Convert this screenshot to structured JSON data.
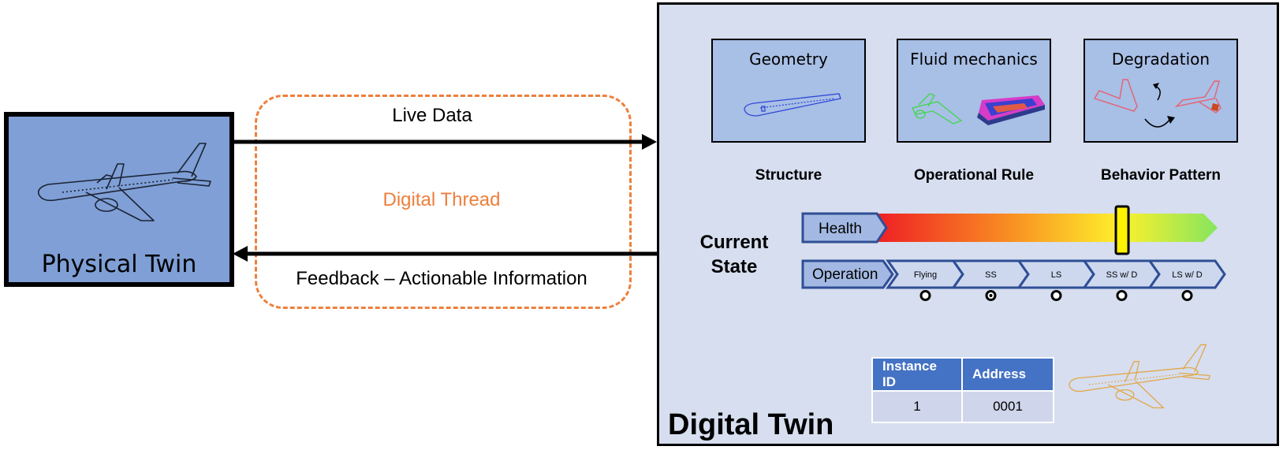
{
  "physical_twin": {
    "label": "Physical Twin"
  },
  "digital_thread": {
    "label": "Digital Thread",
    "live_data_label": "Live Data",
    "feedback_label": "Feedback – Actionable Information"
  },
  "digital_twin": {
    "title": "Digital Twin",
    "models": [
      {
        "title": "Geometry",
        "caption": "Structure"
      },
      {
        "title": "Fluid mechanics",
        "caption": "Operational Rule"
      },
      {
        "title": "Degradation",
        "caption": "Behavior Pattern"
      }
    ],
    "current_state": {
      "line1": "Current",
      "line2": "State"
    },
    "health": {
      "label": "Health",
      "level": 0.72
    },
    "operation": {
      "label": "Operation",
      "stages": [
        "Flying",
        "SS",
        "LS",
        "SS w/ D",
        "LS w/ D"
      ],
      "active_stage_index": 1
    },
    "table": {
      "headers": [
        "Instance ID",
        "Address"
      ],
      "rows": [
        [
          "1",
          "0001"
        ]
      ]
    }
  },
  "colors": {
    "thread": "#ee7f3b",
    "physical_twin_fill": "#7f9fd6",
    "digital_twin_fill": "#d6deef",
    "model_fill": "#a8bfe6",
    "bar_blue": "#4472c4",
    "plane_outline_gold": "#e2a74a"
  }
}
